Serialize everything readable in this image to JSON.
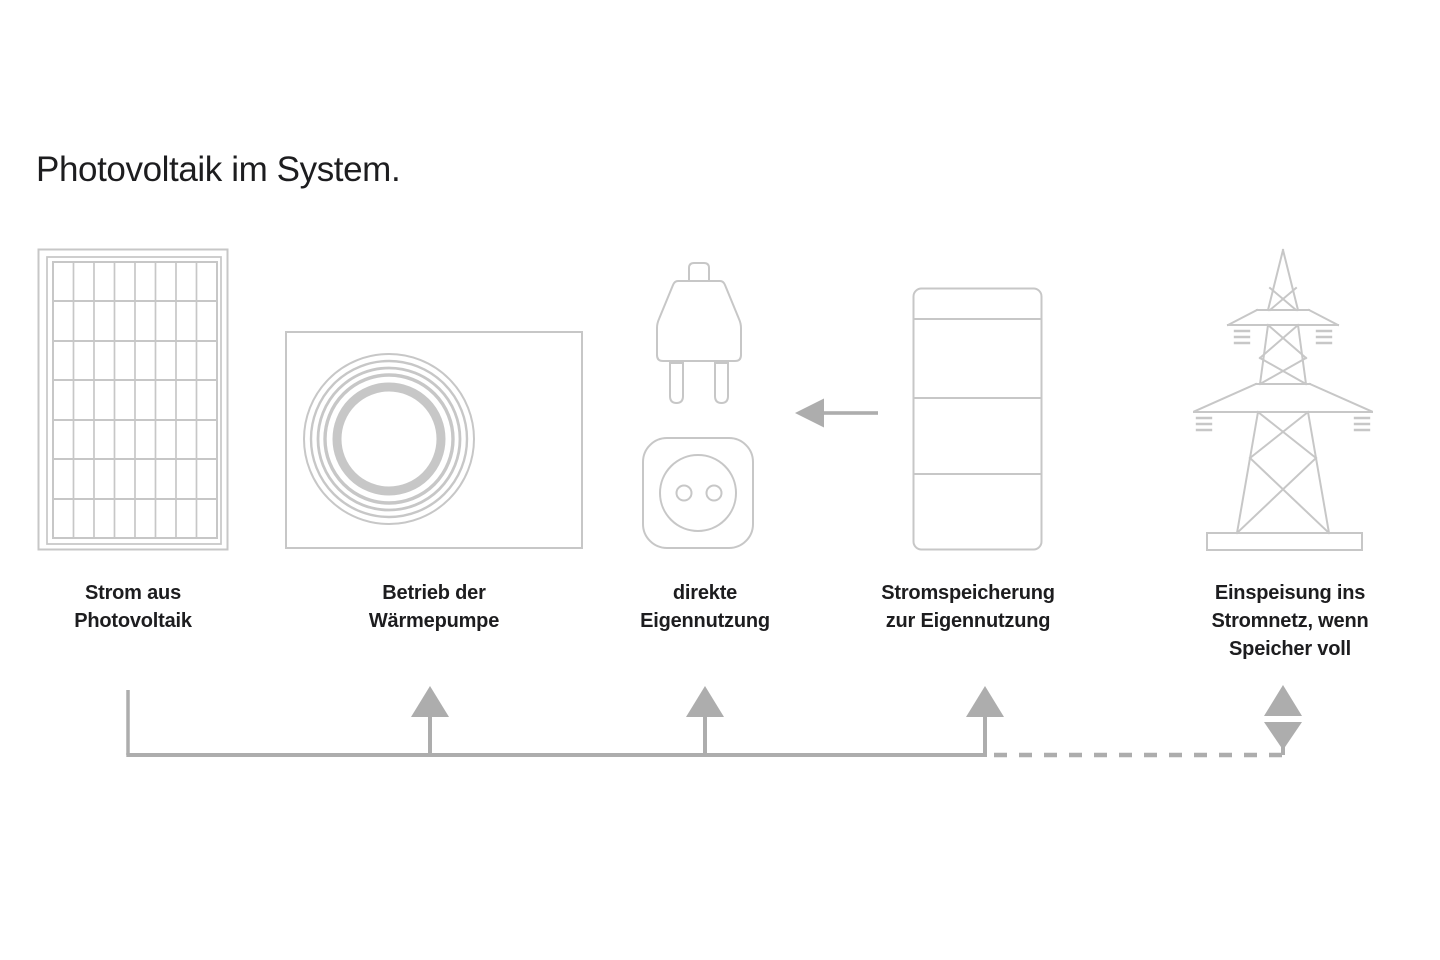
{
  "title": "Photovoltaik im System.",
  "items": [
    {
      "id": "solar-panel",
      "label": "Strom aus\nPhotovoltaik"
    },
    {
      "id": "heat-pump",
      "label": "Betrieb der\nWärmepumpe"
    },
    {
      "id": "plug-socket",
      "label": "direkte\nEigennutzung"
    },
    {
      "id": "battery-storage",
      "label": "Stromspeicherung\nzur Eigennutzung"
    },
    {
      "id": "power-grid",
      "label": "Einspeisung ins\nStromnetz, wenn\nSpeicher voll"
    }
  ],
  "colors": {
    "bg": "#ffffff",
    "icon-stroke": "#c7c7c7",
    "flow-gray": "#adadad",
    "text-color": "#1d1d1f"
  }
}
